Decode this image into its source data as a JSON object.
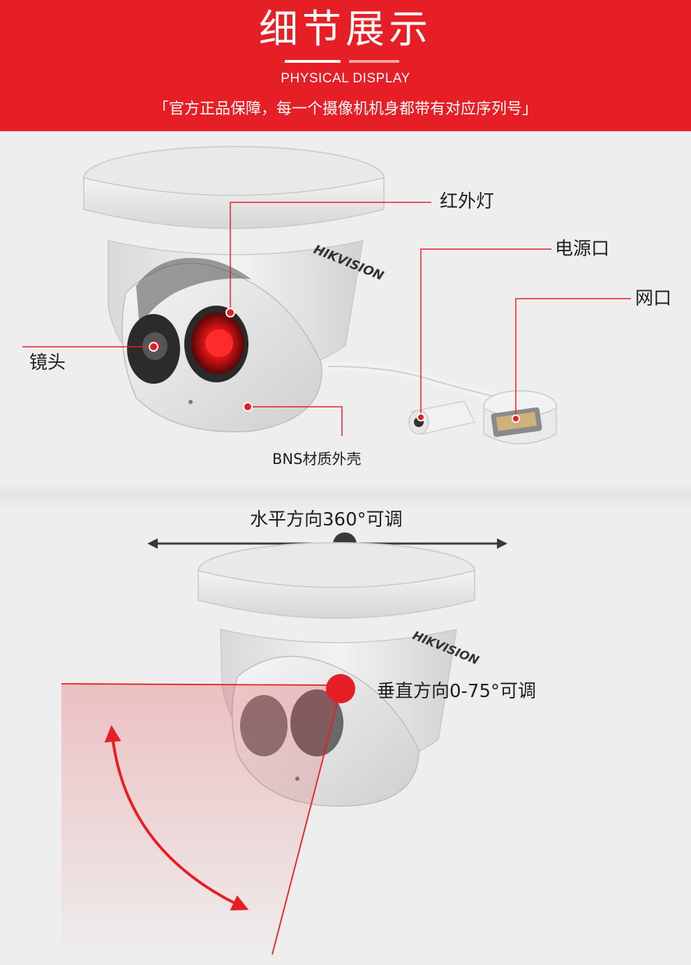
{
  "header": {
    "title": "细节展示",
    "subtitle": "PHYSICAL DISPLAY",
    "description": "「官方正品保障，每一个摄像机机身都带有对应序列号」"
  },
  "brand": {
    "logo_text": "HIKVISION"
  },
  "callouts": {
    "ir_light": "红外灯",
    "power_port": "电源口",
    "network_port": "网口",
    "lens": "镜头",
    "shell": "BNS材质外壳"
  },
  "adjustment": {
    "horizontal": "水平方向360°可调",
    "vertical": "垂直方向0-75°可调"
  },
  "colors": {
    "accent": "#e61e25",
    "banner_text": "#ffffff",
    "background": "#eeeeee",
    "arrow_dark": "#3a3a3a"
  }
}
